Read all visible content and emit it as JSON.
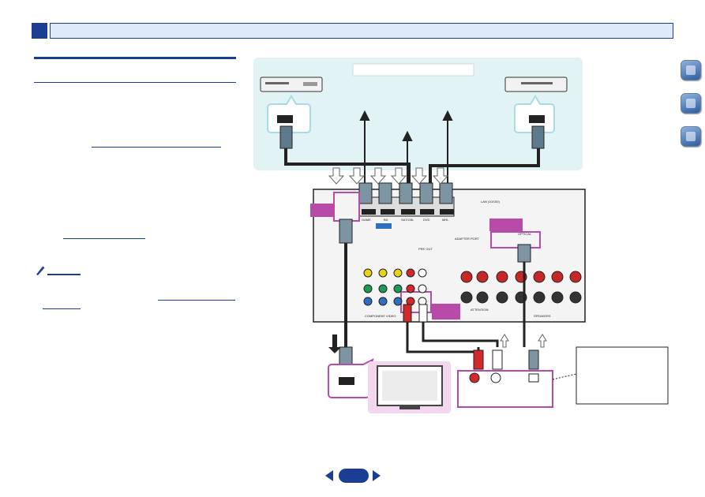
{
  "header": {
    "accent_color": "#1a3f92",
    "bar_color": "#dde9f8"
  },
  "side_nav": {
    "icons": [
      "book-icon",
      "remote-icon",
      "settings-icon"
    ]
  },
  "diagram": {
    "box_color": "#e2f3f6",
    "highlight_color": "#b84aa8",
    "jack_labels": [
      "GAME",
      "BD",
      "SAT/CBL",
      "DVD",
      "MHL"
    ],
    "lan_label": "LAN (10/100)",
    "optical_label": "OPTICAL",
    "attention_label": "ATTENTION:",
    "speakers_label": "SPEAKERS",
    "component_video_label": "COMPONENT VIDEO",
    "pre_out_label": "PRE OUT",
    "adapter_port_label": "ADAPTER PORT"
  },
  "pagination": {
    "icons": [
      "prev-page-icon",
      "next-page-icon"
    ]
  }
}
